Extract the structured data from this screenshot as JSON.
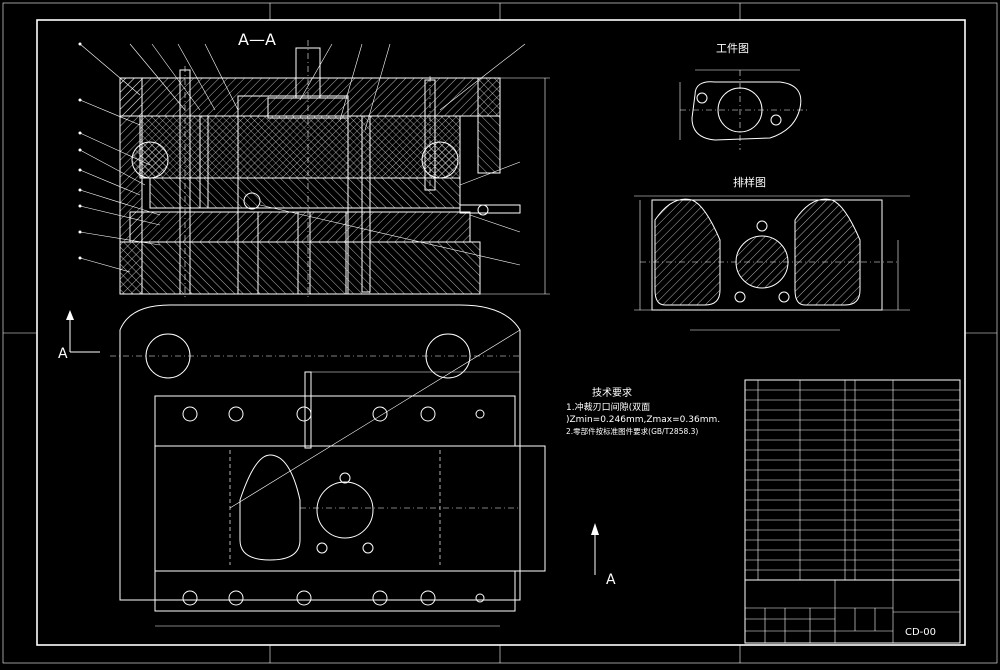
{
  "section_label": "A—A",
  "view_marker_a": "A",
  "workpiece_title": "工件图",
  "layout_title": "排样图",
  "tech_requirements": {
    "title": "技术要求",
    "lines": [
      "1.冲裁刃口间隙(双面",
      ")Zmin=0.246mm,Zmax=0.36mm.",
      "2.零部件按标准图件要求(GB/T2858.3)"
    ]
  },
  "title_block": {
    "drawing_no": "CD-00"
  }
}
